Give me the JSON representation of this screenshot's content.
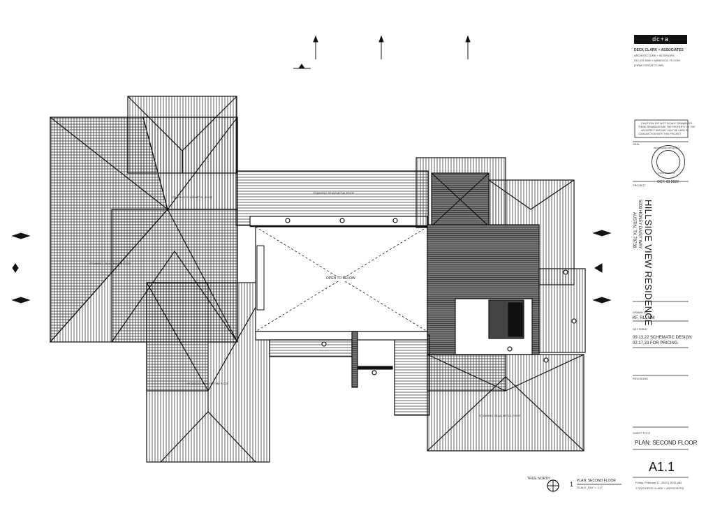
{
  "firm": {
    "logo_text": "dc+a",
    "name": "DECK CLARK + ASSOCIATES",
    "subtitle": "ARCHITECTURE + INTERIORS",
    "contact_line": "512.476.5000 • WWW.DCA-TX.COM",
    "contact_line2": "(FIRM CONTACT LINE)"
  },
  "caution_note": {
    "line1": "CAUTION: DO NOT SCALE DRAWINGS",
    "line2": "THESE DRAWINGS ARE THE PROPERTY OF THE",
    "line3": "ARCHITECT AND MAY ONLY BE USED IN",
    "line4": "CONJUNCTION WITH THIS PROJECT"
  },
  "seal": {
    "label": "SEAL",
    "ring_text": "REGISTERED ARCHITECT",
    "state_text": "STATE OF TEXAS",
    "date": "OCT. 03 2022"
  },
  "project": {
    "label": "PROJECT",
    "name": "HILLSIDE VIEW RESIDENCE",
    "address1": "5009 HONEY DAISY WAY",
    "address2": "AUSTIN, TX 78738"
  },
  "drawn_by": {
    "label": "DRAWN BY",
    "value": "KF, RL, MM"
  },
  "set_issue": {
    "label": "SET ISSUE",
    "entries": [
      "09.13.22   SCHEMATIC DESIGN",
      "02.17.23  FOR PRICING"
    ]
  },
  "revisions": {
    "label": "REVISIONS"
  },
  "sheet_title": {
    "label": "SHEET TITLE",
    "value": "PLAN: SECOND FLOOR"
  },
  "sheet_number": "A1.1",
  "timestamp": "Friday, February 17, 2023 | 10:01 AM",
  "copyright": "© 2023 DECK CLARK + ASSOCIATES",
  "plan_label": {
    "number": "1",
    "title": "PLAN: SECOND FLOOR",
    "scale": "SCALE: 3/16\" = 1'-0\"",
    "north": "TRUE NORTH"
  },
  "annotations": {
    "roof_1": "STANDING SEAM METAL ROOF",
    "roof_2": "STANDING SEAM METAL ROOF",
    "roof_3": "STANDING SEAM METAL ROOF",
    "roof_4": "STANDING SEAM METAL ROOF",
    "roof_5": "STANDING SEAM METAL ROOF",
    "open_below": "OPEN TO BELOW"
  }
}
